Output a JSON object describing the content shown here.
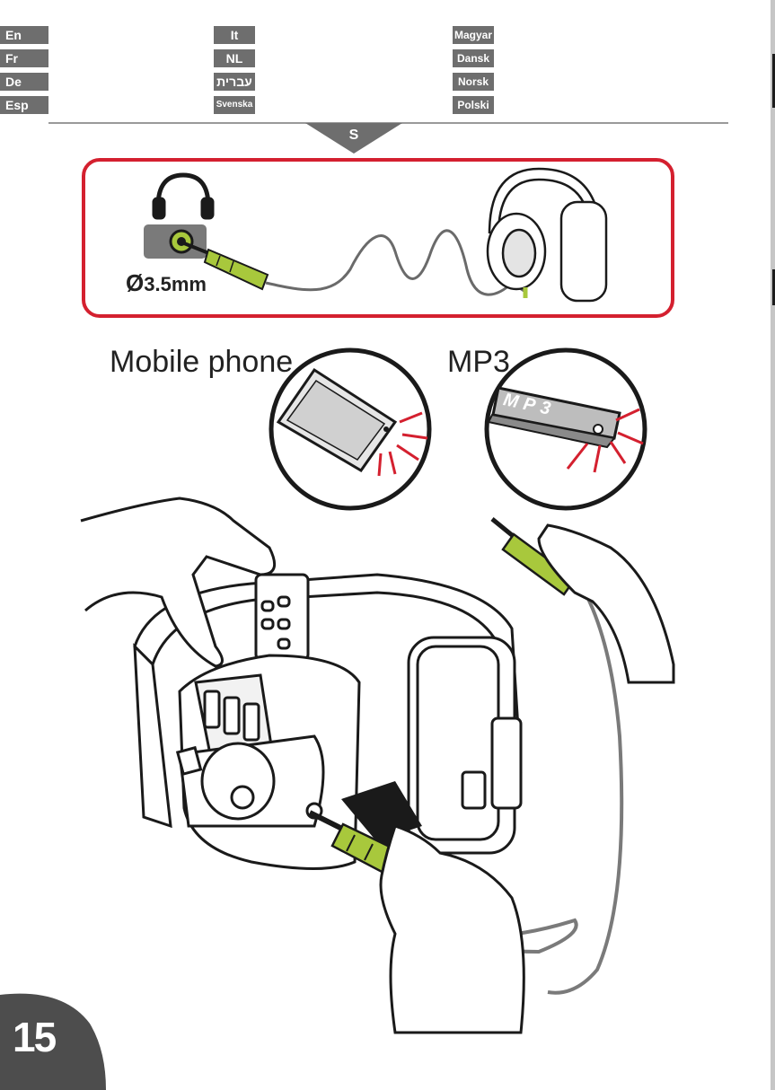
{
  "languages": {
    "col1": [
      "En",
      "Fr",
      "De",
      "Esp"
    ],
    "col2": [
      "It",
      "NL",
      "עברית",
      "Svenska"
    ],
    "col3": [
      "Magyar",
      "Dansk",
      "Norsk",
      "Polski"
    ]
  },
  "section_marker": "S",
  "jack": {
    "diameter_label": "3.5mm"
  },
  "devices": {
    "mobile_label": "Mobile phone",
    "mp3_label": "MP3",
    "mp3_device_text": "MP3"
  },
  "page_number": "15",
  "colors": {
    "tab_gray": "#6e6e6e",
    "accent_red": "#d4202f",
    "plug_green": "#a8c83c",
    "line_dark": "#1a1a1a"
  }
}
